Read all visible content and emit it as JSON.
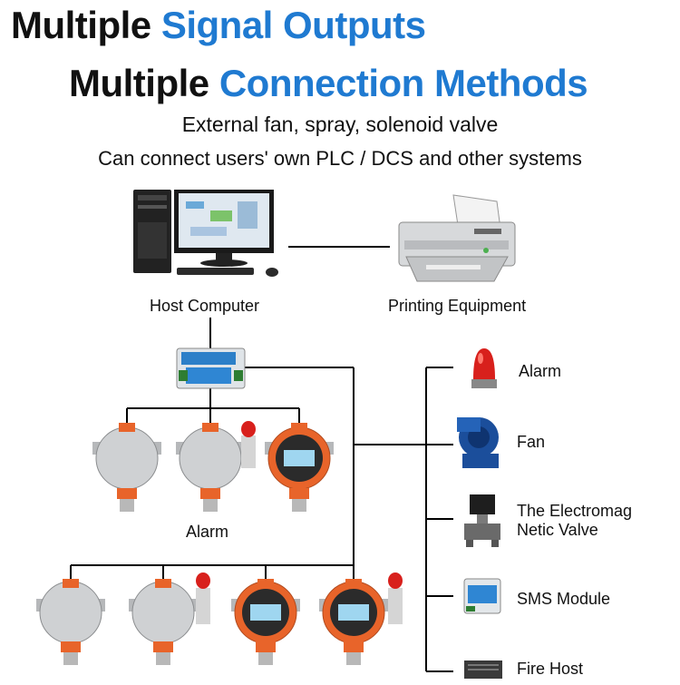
{
  "header": {
    "line1_word": "Multiple",
    "line1_highlight": "Signal Outputs",
    "line2_word": "Multiple",
    "line2_highlight": "Connection Methods",
    "sub1": "External fan, spray, solenoid valve",
    "sub2": "Can connect users' own PLC / DCS and other systems"
  },
  "nodes": {
    "host": "Host Computer",
    "printer": "Printing Equipment",
    "detector_group": "Alarm"
  },
  "outputs": [
    {
      "label": "Alarm",
      "icon": "alarm-light-icon"
    },
    {
      "label": "Fan",
      "icon": "fan-icon"
    },
    {
      "label": "The Electromag\nNetic Valve",
      "icon": "solenoid-valve-icon"
    },
    {
      "label": "SMS Module",
      "icon": "sms-module-icon"
    },
    {
      "label": "Fire Host",
      "icon": "fire-host-icon"
    }
  ],
  "colors": {
    "accent": "#1f7ad1",
    "detector_orange": "#e8642a",
    "detector_gray": "#c8cacc",
    "alarm_red": "#d8201c"
  }
}
